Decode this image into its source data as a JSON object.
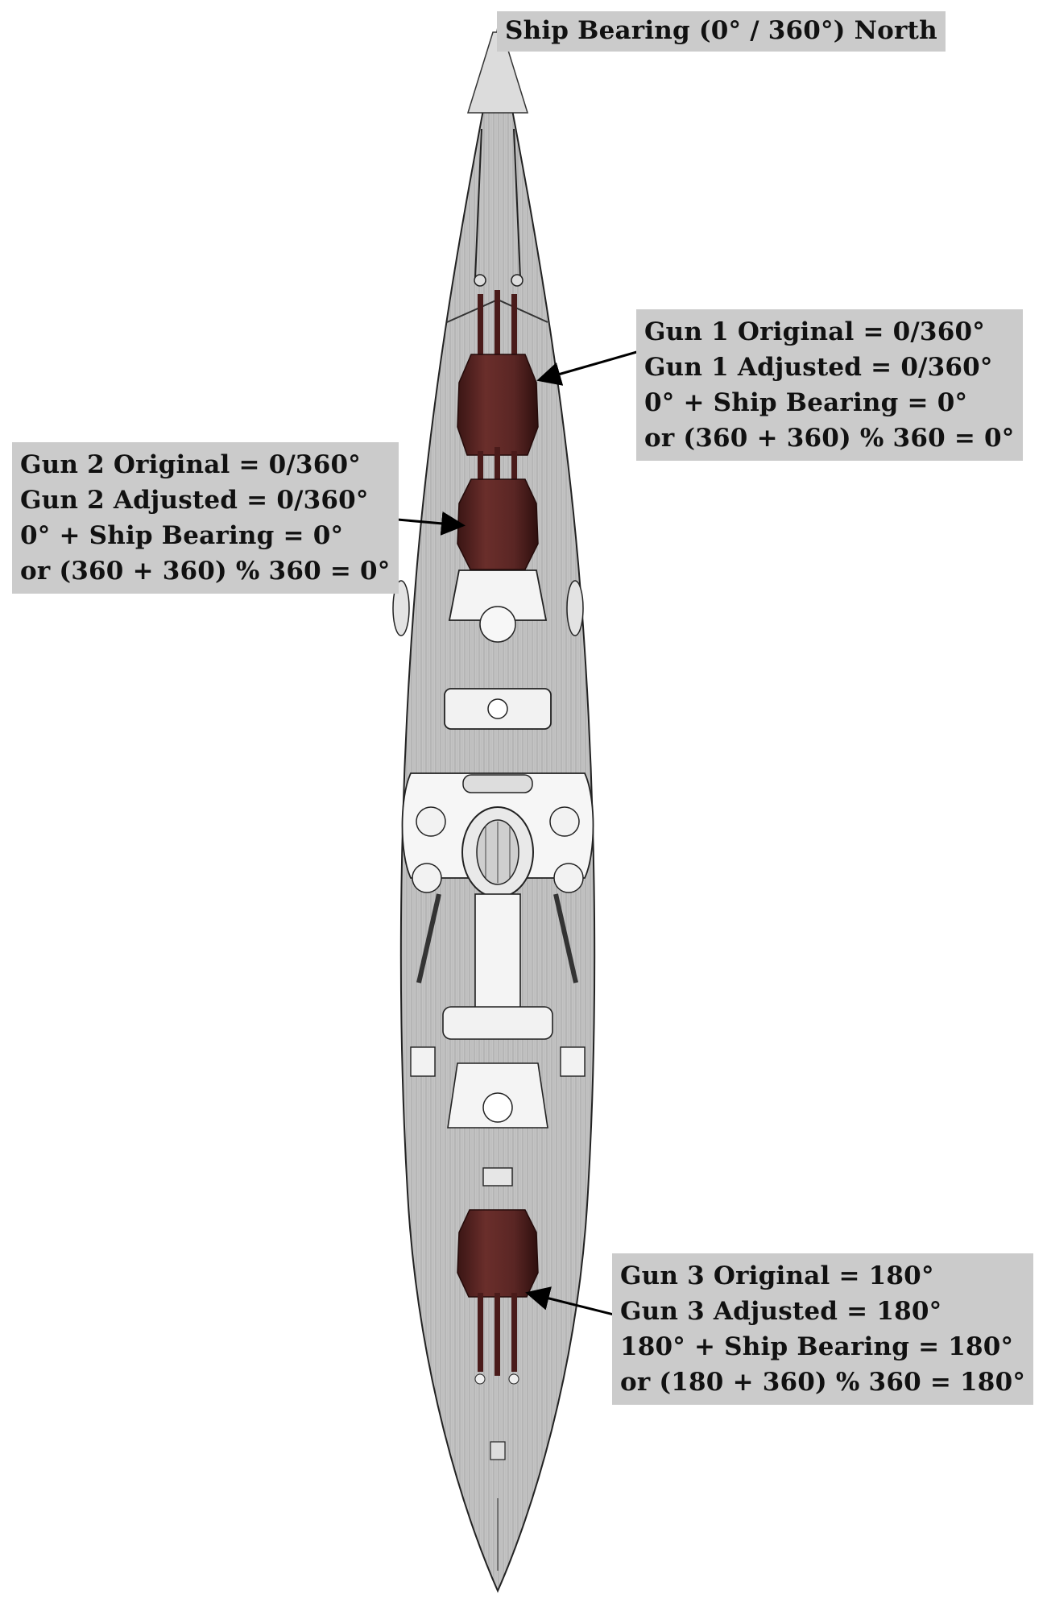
{
  "bearing": {
    "text": "Ship Bearing (0° / 360°) North"
  },
  "gun1": {
    "original": "Gun 1 Original = 0/360°",
    "adjusted": "Gun 1 Adjusted = 0/360°",
    "sum": "0° + Ship Bearing = 0°",
    "modulo": "or (360 + 360) % 360 = 0°"
  },
  "gun2": {
    "original": "Gun 2 Original = 0/360°",
    "adjusted": "Gun 2 Adjusted = 0/360°",
    "sum": "0° + Ship Bearing = 0°",
    "modulo": "or (360 + 360) % 360 = 0°"
  },
  "gun3": {
    "original": "Gun 3 Original = 180°",
    "adjusted": "Gun 3 Adjusted = 180°",
    "sum": "180° + Ship Bearing = 180°",
    "modulo": "or (180 + 360) % 360 = 180°"
  },
  "colors": {
    "turret": "#5a2624",
    "turret_dark": "#3e1716",
    "hull": "#c9c9c9",
    "label_bg": "#cbcbcb",
    "arrow": "#000000"
  },
  "icons": {
    "ship": "battleship-top-view-icon",
    "turret": "gun-turret-icon",
    "arrow": "pointer-arrow-icon"
  }
}
